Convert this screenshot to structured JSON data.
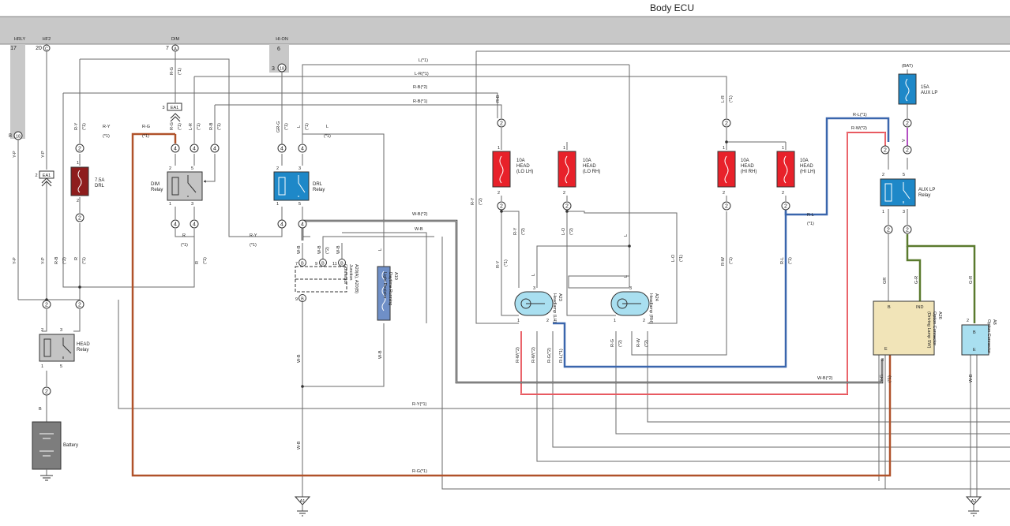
{
  "header": {
    "title": "Body ECU"
  },
  "ecu_terminals": {
    "hrly": {
      "name": "HRLY",
      "pin": "17",
      "bottom_pin": "18",
      "bottom_prefix": "8"
    },
    "hf2": {
      "name": "HF2",
      "pin": "20",
      "letter": "C"
    },
    "dim": {
      "name": "DIM",
      "pin": "7",
      "letter": "A"
    },
    "hion": {
      "name": "HI-ON",
      "pin": "6",
      "bottom_pin": "18",
      "bottom_prefix": "3"
    }
  },
  "fuses": {
    "drl": {
      "rating": "7.5A",
      "name": "DRL",
      "color": "#8e1d1d"
    },
    "head_lo_lh": {
      "rating": "10A",
      "name": "HEAD",
      "sub": "(LO LH)",
      "color": "#e8212a"
    },
    "head_lo_rh": {
      "rating": "10A",
      "name": "HEAD",
      "sub": "(LO RH)",
      "color": "#e8212a"
    },
    "head_hi_rh": {
      "rating": "10A",
      "name": "HEAD",
      "sub": "(HI RH)",
      "color": "#e8212a"
    },
    "head_hi_lh": {
      "rating": "10A",
      "name": "HEAD",
      "sub": "(HI LH)",
      "color": "#e8212a"
    },
    "aux_lp": {
      "rating": "15A",
      "name": "AUX LP",
      "supply": "(BAT)",
      "color": "#1e88c8"
    }
  },
  "relays": {
    "dim": {
      "name": "DIM",
      "sub": "Relay",
      "color": "#c4c4c4"
    },
    "drl": {
      "name": "DRL",
      "sub": "Relay",
      "color": "#1e88c8"
    },
    "head": {
      "name": "HEAD",
      "sub": "Relay",
      "color": "#c4c4c4"
    },
    "aux_lp": {
      "name": "AUX LP",
      "sub": "Relay",
      "color": "#1e88c8"
    }
  },
  "components": {
    "battery": "Battery",
    "junction": {
      "id": "A20(A), A20(B)",
      "name": "Junction",
      "sub": "Connector"
    },
    "drl_resistor": {
      "id": "A10",
      "name": "Daytime Running",
      "sub": "Light Resistor",
      "color": "#6f8fc7"
    },
    "headlamp_lh": {
      "id": "A23",
      "name": "Headlamp (LH)"
    },
    "headlamp_rh": {
      "id": "A24",
      "name": "Headlamp (RH)"
    },
    "option_lamp": {
      "id": "A26",
      "name": "Option Connector",
      "sub": "(Driving Lamp SW)",
      "pin_b": "B",
      "pin_ind": "IND",
      "pin_e": "E",
      "color": "#f1e4b8"
    },
    "option_conn": {
      "id": "A8",
      "name": "Option Connector",
      "pin_b": "B",
      "pin_e": "E",
      "color": "#a9dff0"
    },
    "ea1": "EA1",
    "ground_a1": "A1",
    "ground_a2": "A2"
  },
  "wire_labels": {
    "r_y": "R-Y",
    "r_g": "R-G",
    "y_p": "Y-P",
    "r_b": "R-B",
    "r": "R",
    "b": "B",
    "l": "L",
    "l_r": "L-R",
    "gr_g": "GR-G",
    "w_b": "W-B",
    "l_o": "L-O",
    "r_w": "R-W",
    "r_l": "R-L",
    "v": "V",
    "gr": "GR",
    "g_r": "G-R",
    "l1": "L(*1)",
    "lr1": "L-R(*1)",
    "rb2": "R-B(*2)",
    "rb1": "R-B(*1)",
    "rl1": "R-L(*1)",
    "rw2": "R-W(*2)",
    "wb2": "W-B(*2)",
    "ry1": "R-Y(*1)",
    "rg1": "R-G(*1)",
    "rw": "R-W(*2)",
    "rgs2": "R-G(*2)",
    "rl": "R-L(*1)",
    "s1": "(*1)",
    "s2": "(*2)"
  },
  "colors": {
    "header_bar": "#c8c8c8",
    "wire_brown": "#b0522a",
    "wire_blue": "#3a66ad",
    "wire_red": "#e0232c",
    "wire_green": "#5a7a2e",
    "wire_violet": "#b44fc2",
    "wire_black": "#333333"
  }
}
